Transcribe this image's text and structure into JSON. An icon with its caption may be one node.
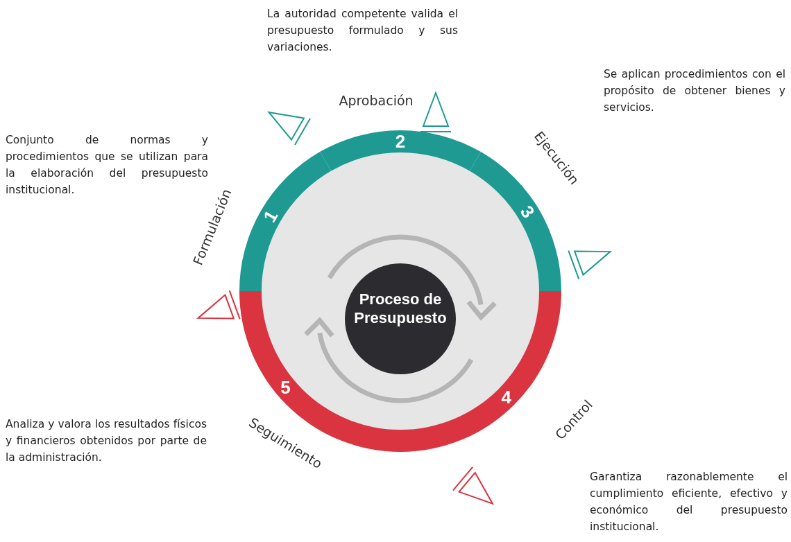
{
  "diagram": {
    "nodes": [
      {
        "text": [
          "Formulación",
          "1"
        ]
      },
      {
        "text": [
          "Aprobación",
          "2"
        ]
      },
      {
        "text": [
          "Ejecución",
          "3"
        ]
      },
      {
        "text": [
          "4",
          "Control"
        ]
      },
      {
        "text": [
          "5",
          "Seguimiento"
        ]
      },
      {
        "text": [
          "Proceso de Presupuesto"
        ]
      }
    ],
    "labels": [
      "La autoridad competente valida el presupuesto formulado y sus variaciones.",
      "Se aplican procedimientos con el propósito de obtener bienes y servicios.",
      "Conjunto de normas y procedimientos que se utilizan para la elaboración del presupuesto institucional.",
      "Analiza y valora los resultados físicos y financieros obtenidos por parte de la administración.",
      "Garantiza razonablemente el cumplimiento eficiente, efectivo y económico del presupuesto institucional."
    ]
  }
}
